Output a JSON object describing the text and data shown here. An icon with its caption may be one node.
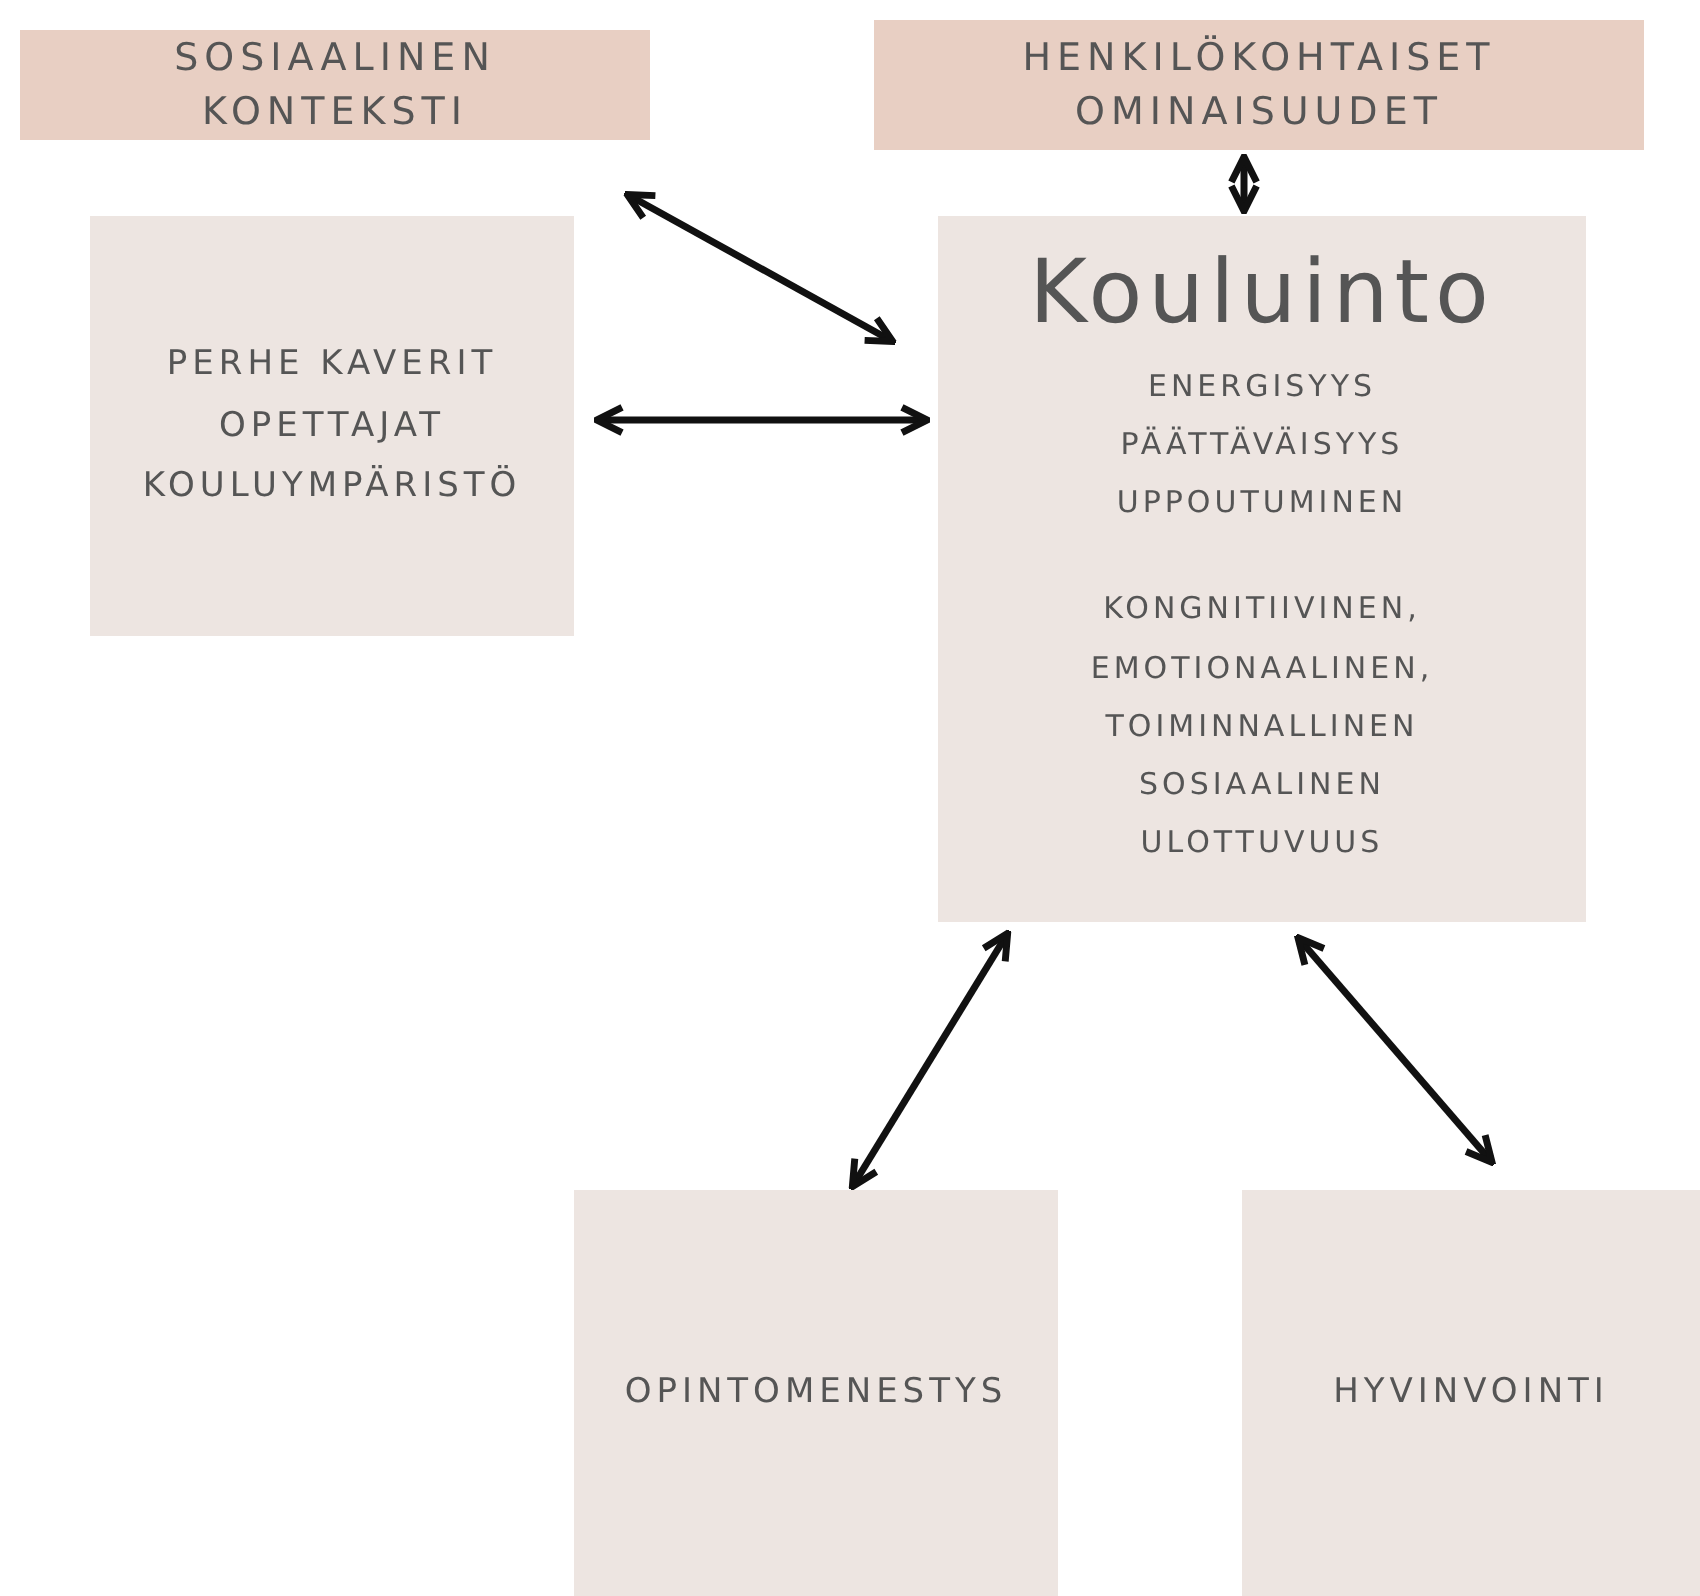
{
  "diagram": {
    "nodes": [
      {
        "text": [
          "SOSIAALINEN KONTEKSTI"
        ]
      },
      {
        "text": [
          "HENKILÖKOHTAISET OMINAISUUDET"
        ]
      },
      {
        "text": [
          "PERHE KAVERIT OPETTAJAT KOULUYMPÄRISTÖ"
        ]
      },
      {
        "text": [
          "Kouluinto",
          "ENERGISYYS PÄÄTTÄVÄISYYS UPPOUTUMINEN",
          "KONGNITIIVINEN, EMOTIONAALINEN, TOIMINNALLINEN SOSIAALINEN ULOTTUVUUS"
        ]
      },
      {
        "text": [
          "OPINTOMENESTYS"
        ]
      },
      {
        "text": [
          "HYVINVOINTI"
        ]
      }
    ],
    "edges": [
      {
        "from": 0,
        "to": 3,
        "arrow": "both"
      },
      {
        "from": 1,
        "to": 3,
        "arrow": "both"
      },
      {
        "from": 2,
        "to": 3,
        "arrow": "both"
      },
      {
        "from": 3,
        "to": 4,
        "arrow": "both"
      },
      {
        "from": 3,
        "to": 5,
        "arrow": "both"
      }
    ]
  }
}
